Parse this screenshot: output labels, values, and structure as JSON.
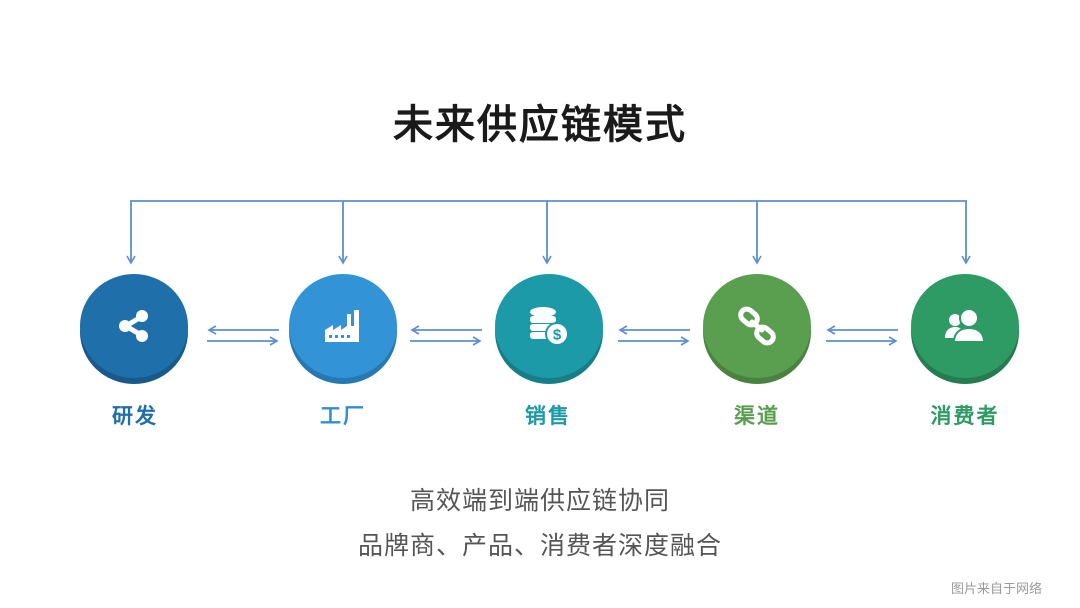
{
  "title": "未来供应链模式",
  "colors": {
    "connector": "#5b8fd0",
    "title": "#1a1a1a",
    "subtitle": "#555555",
    "credit": "#9a9a9a"
  },
  "nodes": [
    {
      "label": "研发",
      "icon": "share-icon",
      "color": "#1f6fab",
      "shadow": "#185a8c",
      "label_color": "#1f6fab"
    },
    {
      "label": "工厂",
      "icon": "factory-icon",
      "color": "#3294d6",
      "shadow": "#2578b2",
      "label_color": "#2f8fd0"
    },
    {
      "label": "销售",
      "icon": "coins-dollar-icon",
      "color": "#1d9aa8",
      "shadow": "#177e89",
      "label_color": "#1d9aa8"
    },
    {
      "label": "渠道",
      "icon": "chain-link-icon",
      "color": "#5a9e4f",
      "shadow": "#4a833f",
      "label_color": "#5a9e4f"
    },
    {
      "label": "消费者",
      "icon": "users-icon",
      "color": "#2e9a64",
      "shadow": "#247c50",
      "label_color": "#2e9a64"
    }
  ],
  "subtitle": {
    "line1": "高效端到端供应链协同",
    "line2": "品牌商、产品、消费者深度融合"
  },
  "credit": "图片来自于网络"
}
